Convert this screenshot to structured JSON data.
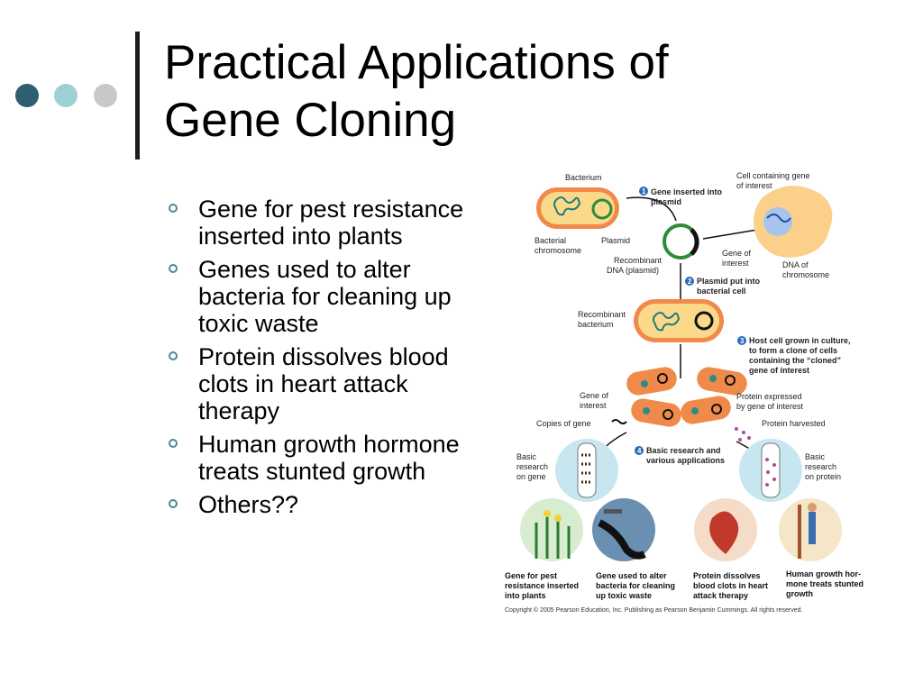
{
  "slide": {
    "title_line1": "Practical Applications of",
    "title_line2": "Gene Cloning",
    "bullets": [
      "Gene for pest resistance inserted into plants",
      "Genes used to alter bacteria for cleaning up toxic waste",
      "Protein dissolves blood clots in heart attack therapy",
      "Human growth hormone treats stunted growth",
      "Others??"
    ]
  },
  "figure": {
    "labels": {
      "bacterium": "Bacterium",
      "bacterial_chromosome_1": "Bacterial",
      "bacterial_chromosome_2": "chromosome",
      "plasmid": "Plasmid",
      "cell_gene_1": "Cell containing gene",
      "cell_gene_2": "of interest",
      "gene_interest_1": "Gene of",
      "gene_interest_2": "interest",
      "dna_chrom_1": "DNA of",
      "dna_chrom_2": "chromosome",
      "recomb_dna_1": "Recombinant",
      "recomb_dna_2": "DNA (plasmid)",
      "recomb_bact_1": "Recombinant",
      "recomb_bact_2": "bacterium",
      "gene_interest_b1": "Gene of",
      "gene_interest_b2": "interest",
      "copies_gene": "Copies of gene",
      "protein_expressed_1": "Protein expressed",
      "protein_expressed_2": "by gene of interest",
      "protein_harvested": "Protein harvested",
      "basic_gene_1": "Basic",
      "basic_gene_2": "research",
      "basic_gene_3": "on gene",
      "basic_protein_1": "Basic",
      "basic_protein_2": "research",
      "basic_protein_3": "on protein"
    },
    "steps": {
      "s1_num": "1",
      "s1_l1": "Gene inserted into",
      "s1_l2": "plasmid",
      "s2_num": "2",
      "s2_l1": "Plasmid put into",
      "s2_l2": "bacterial cell",
      "s3_num": "3",
      "s3_l1": "Host cell grown in culture,",
      "s3_l2": "to form a clone of cells",
      "s3_l3": "containing the “cloned”",
      "s3_l4": "gene of interest",
      "s4_num": "4",
      "s4_l1": "Basic research and",
      "s4_l2": "various applications"
    },
    "captions": {
      "c1_l1": "Gene for pest",
      "c1_l2": "resistance inserted",
      "c1_l3": "into plants",
      "c2_l1": "Gene used to alter",
      "c2_l2": "bacteria for cleaning",
      "c2_l3": "up toxic waste",
      "c3_l1": "Protein dissolves",
      "c3_l2": "blood clots in heart",
      "c3_l3": "attack therapy",
      "c4_l1": "Human growth hor-",
      "c4_l2": "mone treats stunted",
      "c4_l3": "growth"
    },
    "copyright": "Copyright ©  2005 Pearson Education, Inc. Publishing as Pearson Benjamin Cummings. All rights reserved."
  }
}
